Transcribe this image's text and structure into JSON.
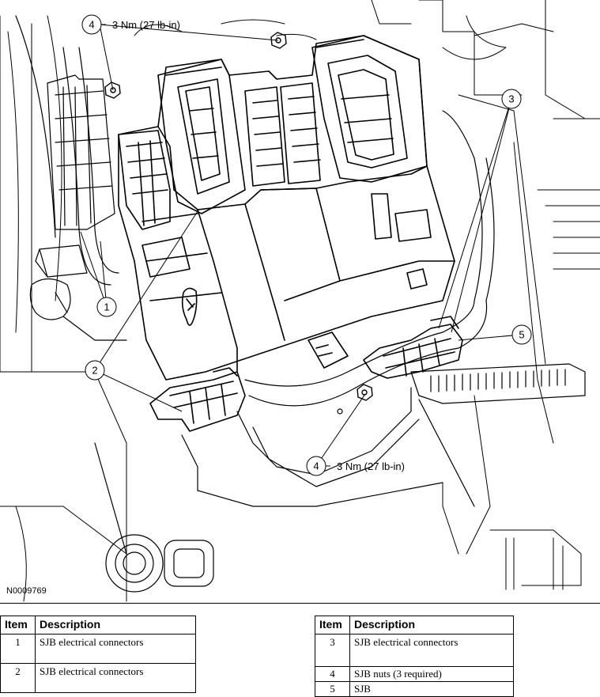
{
  "figure": {
    "id": "N0009769",
    "callouts": [
      {
        "number": "4",
        "text": "3 Nm (27 lb-in)"
      },
      {
        "number": "3"
      },
      {
        "number": "1"
      },
      {
        "number": "2"
      },
      {
        "number": "5"
      },
      {
        "number": "4",
        "text": "3 Nm (27 lb-in)"
      }
    ]
  },
  "legend": {
    "headers": {
      "item": "Item",
      "description": "Description"
    },
    "left_rows": [
      {
        "item": "1",
        "description": "SJB electrical connectors"
      },
      {
        "item": "2",
        "description": "SJB electrical connectors"
      }
    ],
    "right_rows": [
      {
        "item": "3",
        "description": "SJB electrical connectors"
      },
      {
        "item": "4",
        "description": "SJB nuts (3 required)"
      },
      {
        "item": "5",
        "description": "SJB"
      }
    ]
  }
}
